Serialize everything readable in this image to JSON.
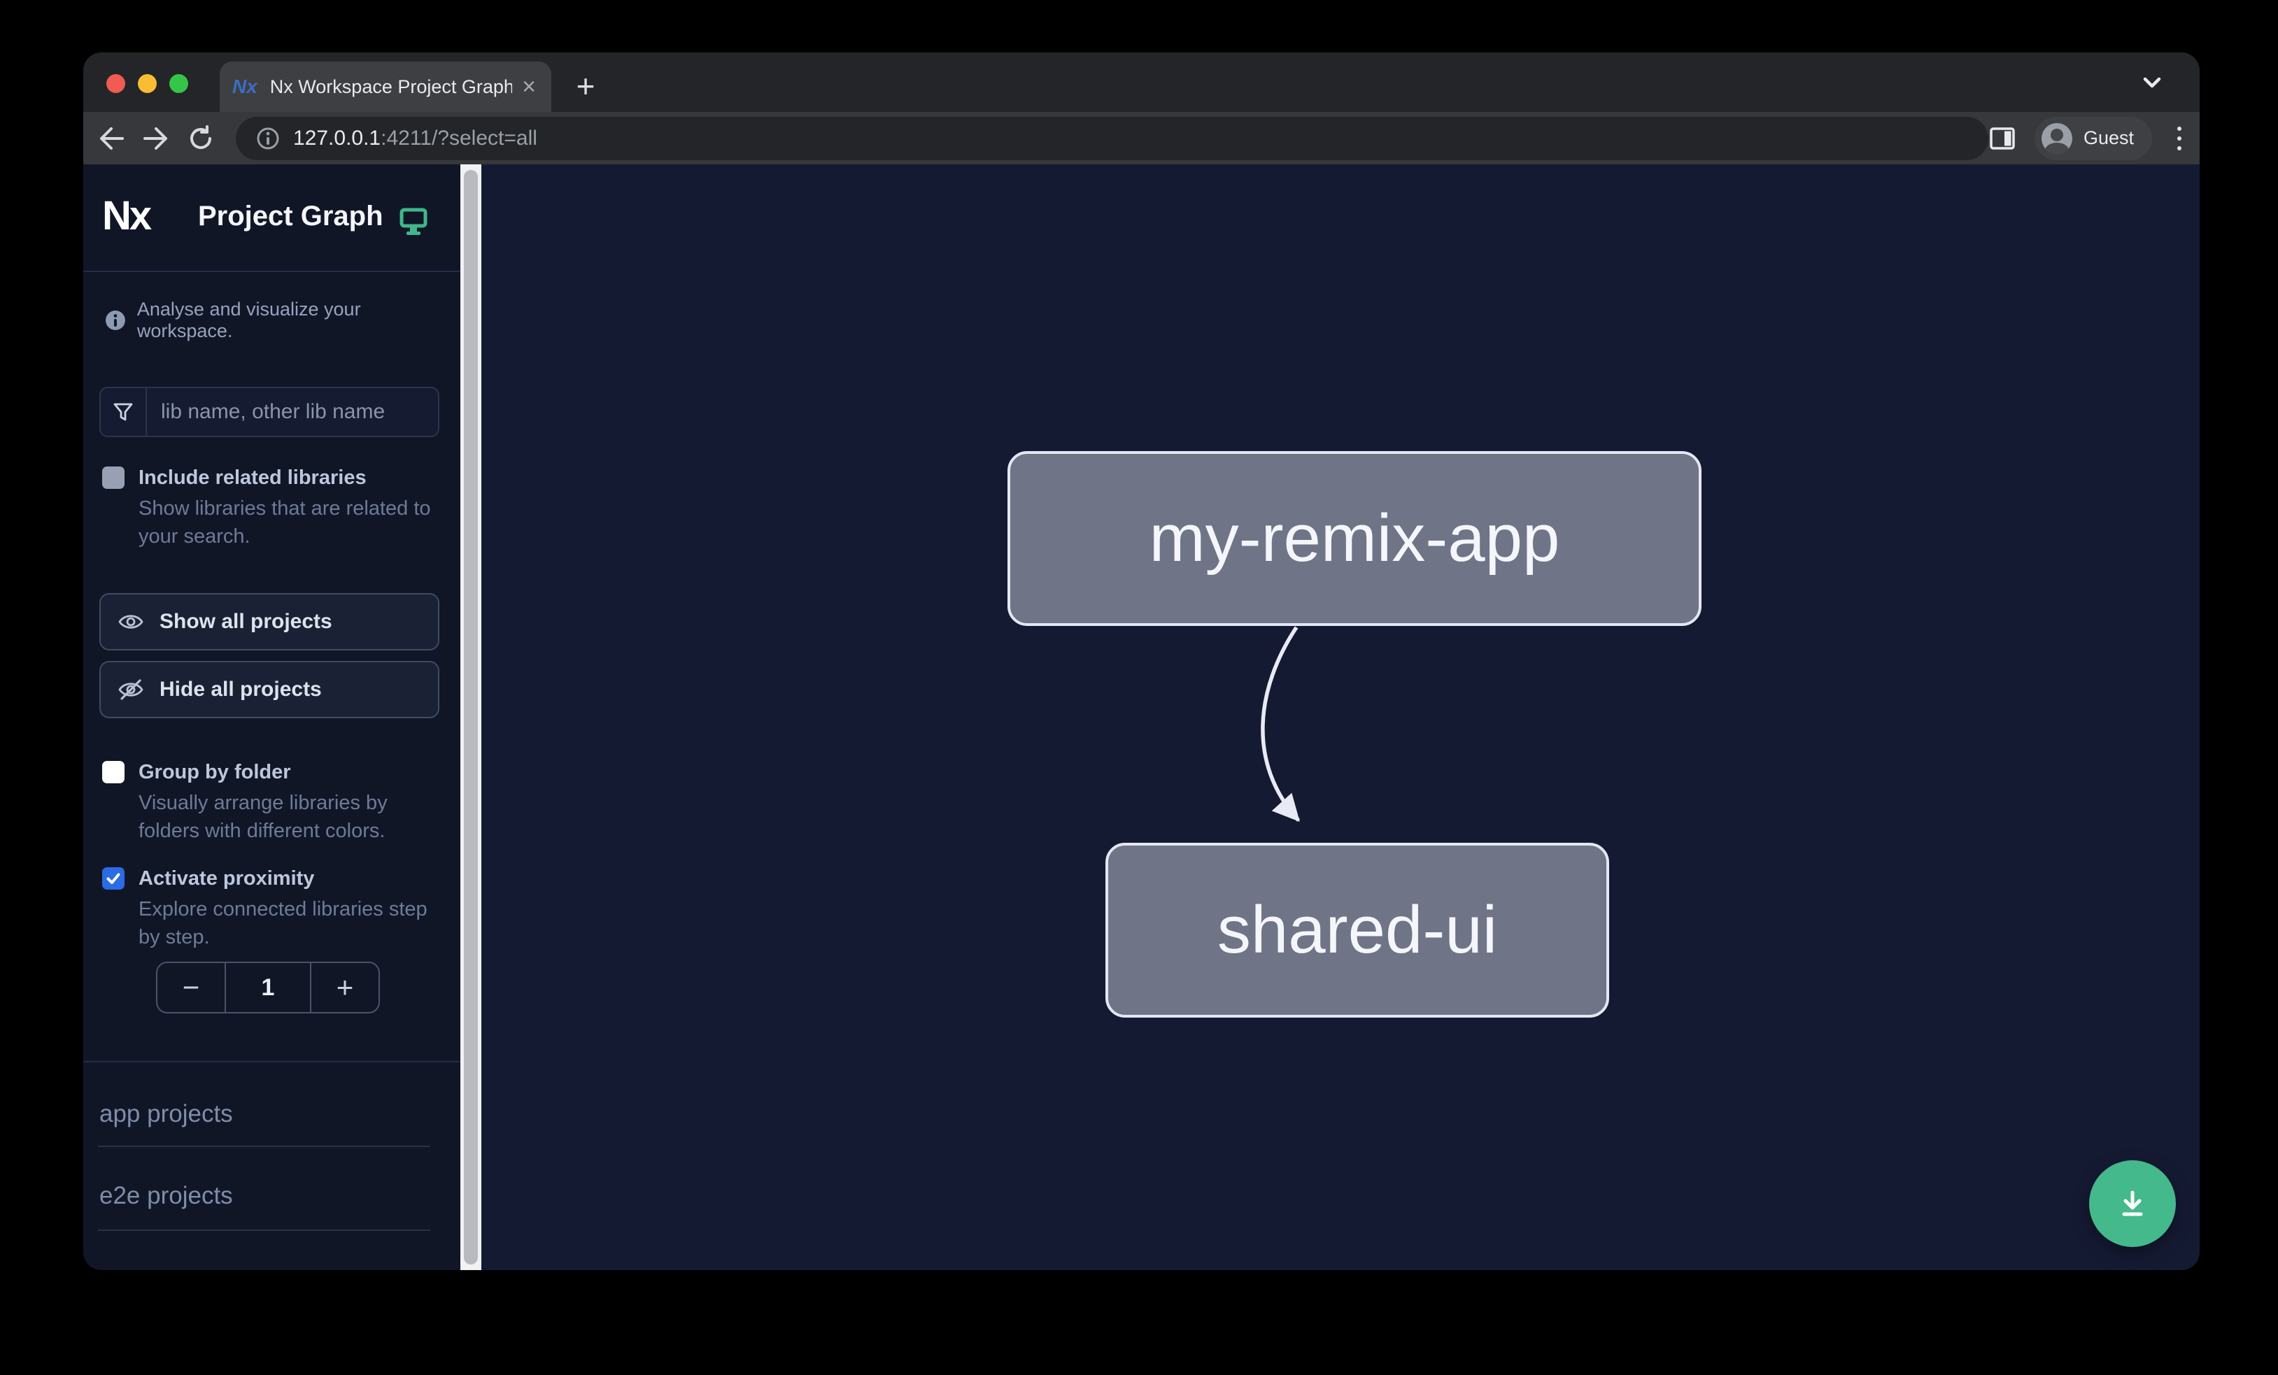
{
  "browser": {
    "tab": {
      "title": "Nx Workspace Project Graph"
    },
    "controls": {
      "new_tab": "+",
      "close_tab": "×"
    },
    "url": {
      "host": "127.0.0.1",
      "rest": ":4211/?select=all"
    },
    "profile": {
      "label": "Guest"
    }
  },
  "sidebar": {
    "logo_text": "Nx",
    "title": "Project Graph",
    "tagline": "Analyse and visualize your workspace.",
    "filter_placeholder": "lib name, other lib name",
    "include_related": {
      "label": "Include related libraries",
      "description": "Show libraries that are related to your search."
    },
    "actions": {
      "show_all": "Show all projects",
      "hide_all": "Hide all projects"
    },
    "group_by_folder": {
      "label": "Group by folder",
      "description": "Visually arrange libraries by folders with different colors."
    },
    "proximity": {
      "label": "Activate proximity",
      "description": "Explore connected libraries step by step.",
      "value": "1",
      "decrement": "−",
      "increment": "+"
    },
    "sections": {
      "app": "app projects",
      "e2e": "e2e projects"
    }
  },
  "graph": {
    "nodes": [
      {
        "id": "my-remix-app",
        "label": "my-remix-app"
      },
      {
        "id": "shared-ui",
        "label": "shared-ui"
      }
    ],
    "edges": [
      {
        "source": "my-remix-app",
        "target": "shared-ui"
      }
    ]
  },
  "colors": {
    "accent_teal": "#40b78b",
    "fab_green": "#44b98c",
    "checkbox_blue": "#2b6be3",
    "node_fill": "#6f7487",
    "node_border": "#e3e7f1",
    "canvas_bg": "#151a33",
    "sidebar_bg": "#111627"
  }
}
